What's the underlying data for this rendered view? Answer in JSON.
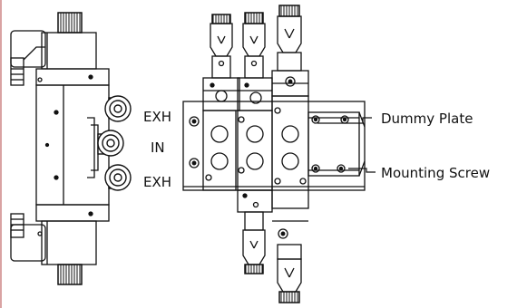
{
  "labels": {
    "exh_top": "EXH",
    "in": "IN",
    "exh_bottom": "EXH",
    "dummy_plate": "Dummy Plate",
    "mounting_screw": "Mounting Screw"
  },
  "colors": {
    "line": "#111111",
    "background": "#ffffff",
    "edge_accent": "#d9a3a3"
  }
}
